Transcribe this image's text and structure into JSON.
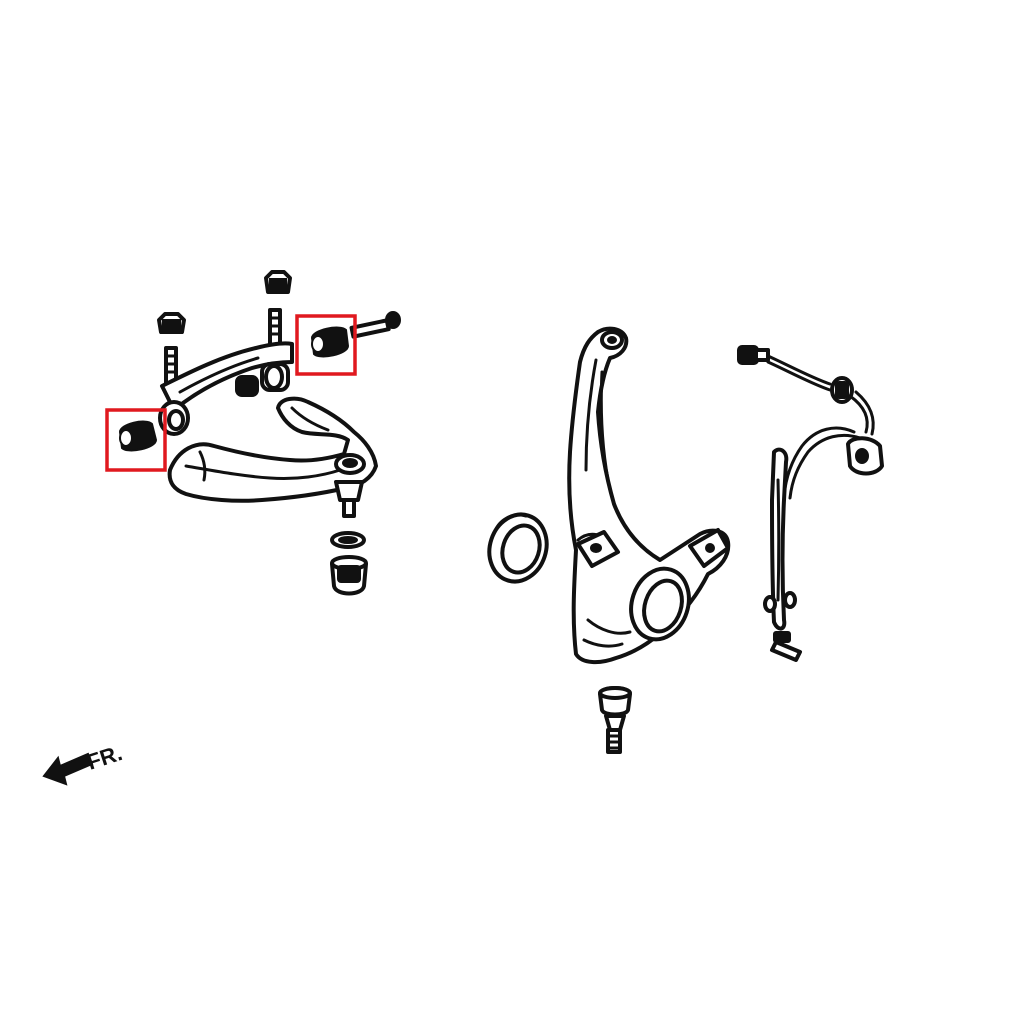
{
  "diagram": {
    "direction_label": "FR.",
    "highlight_color": "#e0191f",
    "line_color": "#111111",
    "background_color": "#ffffff",
    "parts": [
      "upper-control-arm",
      "control-arm-bushing-front",
      "control-arm-bushing-rear",
      "ball-joint",
      "steering-knuckle",
      "hub-seal-ring",
      "lower-ball-joint-stud",
      "abs-sensor-harness"
    ],
    "highlighted_parts": [
      "control-arm-bushing-front",
      "control-arm-bushing-rear"
    ]
  }
}
